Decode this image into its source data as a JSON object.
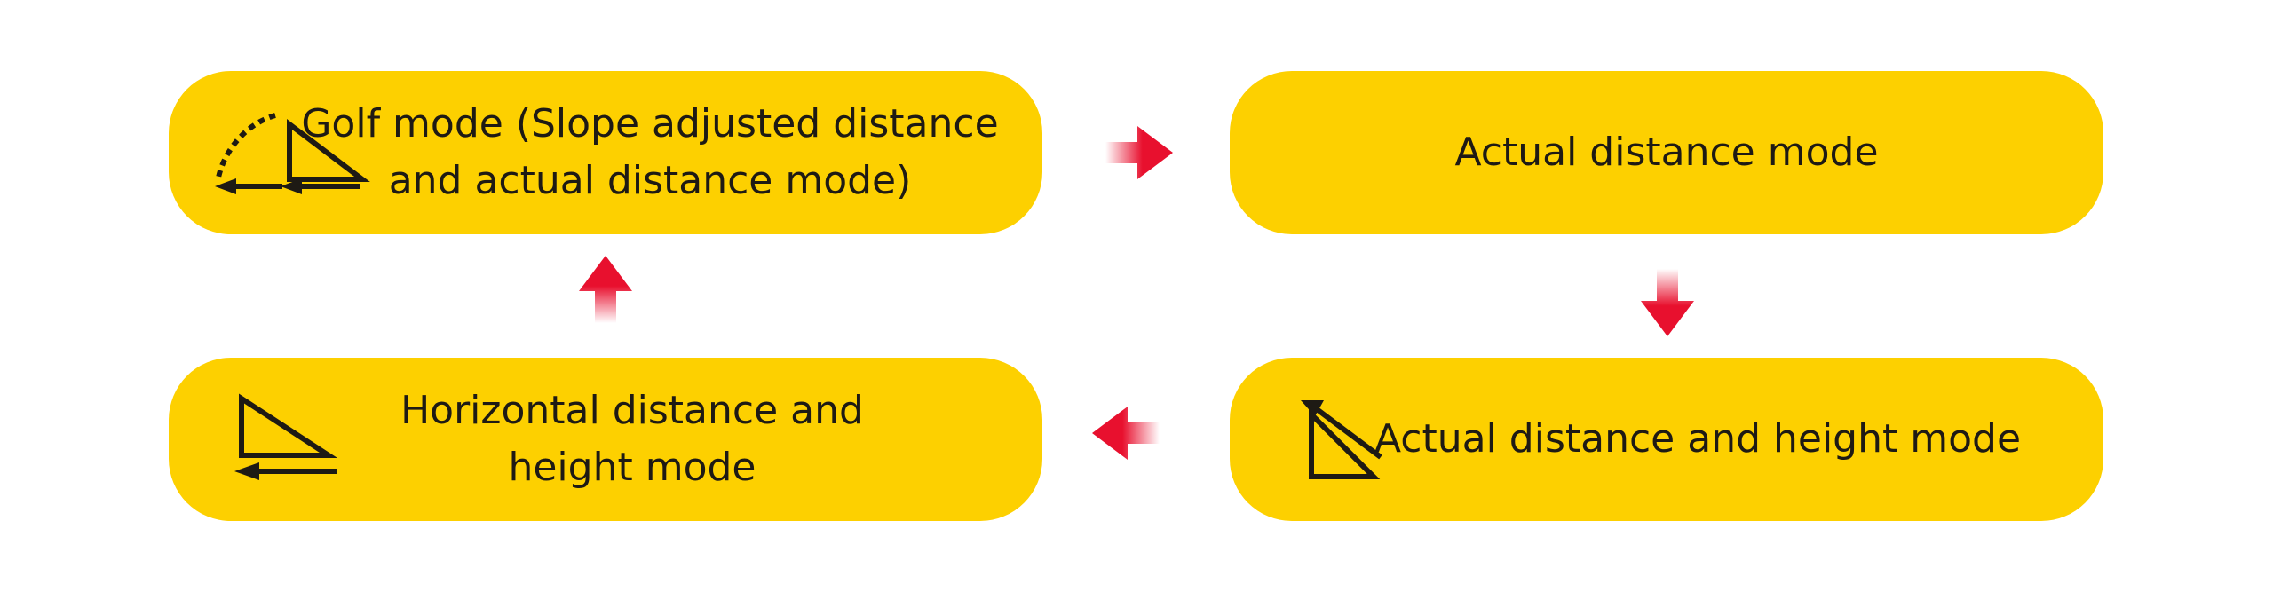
{
  "colors": {
    "box_fill": "#FDD000",
    "arrow": "#E8102E",
    "text": "#1E1A14"
  },
  "nodes": {
    "golf": {
      "label": "Golf mode (Slope adjusted distance\nand actual distance mode)",
      "icon": "slope-triangle-curve-icon"
    },
    "actual": {
      "label": "Actual distance mode"
    },
    "actual_height": {
      "label": "Actual distance and height mode",
      "icon": "slope-triangle-arrow-icon"
    },
    "horizontal_height": {
      "label": "Horizontal distance and\nheight mode",
      "icon": "triangle-horizontal-arrow-icon"
    }
  },
  "edges": [
    {
      "from": "golf",
      "to": "actual",
      "direction": "right"
    },
    {
      "from": "actual",
      "to": "actual_height",
      "direction": "down"
    },
    {
      "from": "actual_height",
      "to": "horizontal_height",
      "direction": "left"
    },
    {
      "from": "horizontal_height",
      "to": "golf",
      "direction": "up"
    }
  ]
}
